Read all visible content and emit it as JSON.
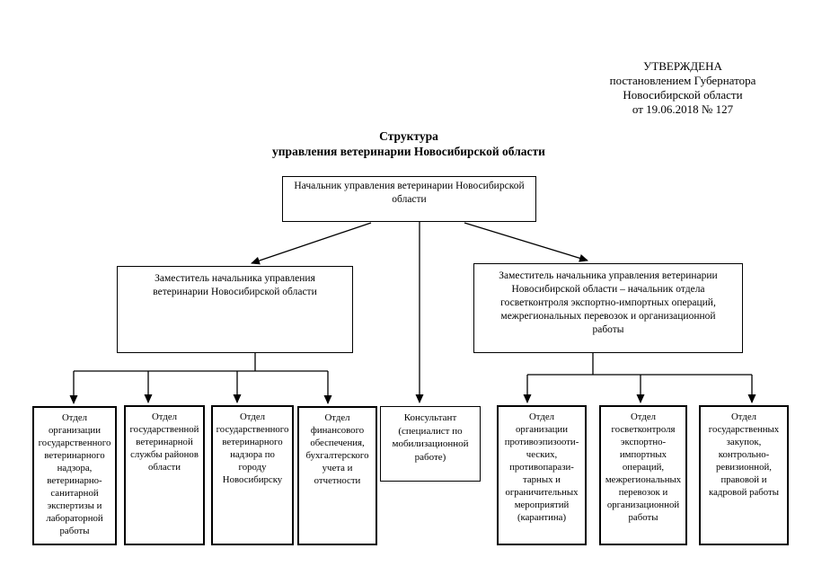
{
  "approval": {
    "text": "УТВЕРЖДЕНА\nпостановлением Губернатора\nНовосибирской области\nот 19.06.2018  № 127"
  },
  "title": {
    "text": "Структура\nуправления ветеринарии Новосибирской области"
  },
  "org": {
    "head": {
      "text": "Начальник управления ветеринарии Новосибирской\nобласти"
    },
    "deputy_left": {
      "text": "Заместитель начальника управления\nветеринарии Новосибирской области"
    },
    "deputy_right": {
      "text": "Заместитель начальника управления ветеринарии\nНовосибирской области – начальник отдела\nгосветконтроля экспортно-импортных  операций,\nмежрегиональных перевозок и организационной\nработы"
    },
    "consultant": {
      "text": "Консультант\n(специалист по\nмобилизационной\nработе)"
    },
    "departments": [
      {
        "text": "Отдел\nорганизации\nгосударственного\nветеринарного\nнадзора,\nветеринарно-\nсанитарной\nэкспертизы и\nлабораторной\nработы"
      },
      {
        "text": "Отдел\nгосударственной\nветеринарной\nслужбы районов\nобласти"
      },
      {
        "text": "Отдел\nгосударственного\nветеринарного\nнадзора по\nгороду\nНовосибирску"
      },
      {
        "text": "Отдел\nфинансового\nобеспечения,\nбухгалтерского\nучета и\nотчетности"
      },
      {
        "text": "Отдел\nорганизации\nпротивоэпизооти-\nческих,\nпротивопарази-\nтарных и\nограничительных\nмероприятий\n(карантина)"
      },
      {
        "text": "Отдел\nгосветконтроля\nэкспортно-\nимпортных\nопераций,\nмежрегиональных\nперевозок и\nорганизационной\nработы"
      },
      {
        "text": "Отдел\nгосударственных\nзакупок,\nконтрольно-\nревизионной,\nправовой и\nкадровой работы"
      }
    ]
  },
  "colors": {
    "background": "#ffffff",
    "text": "#000000",
    "line": "#000000"
  }
}
